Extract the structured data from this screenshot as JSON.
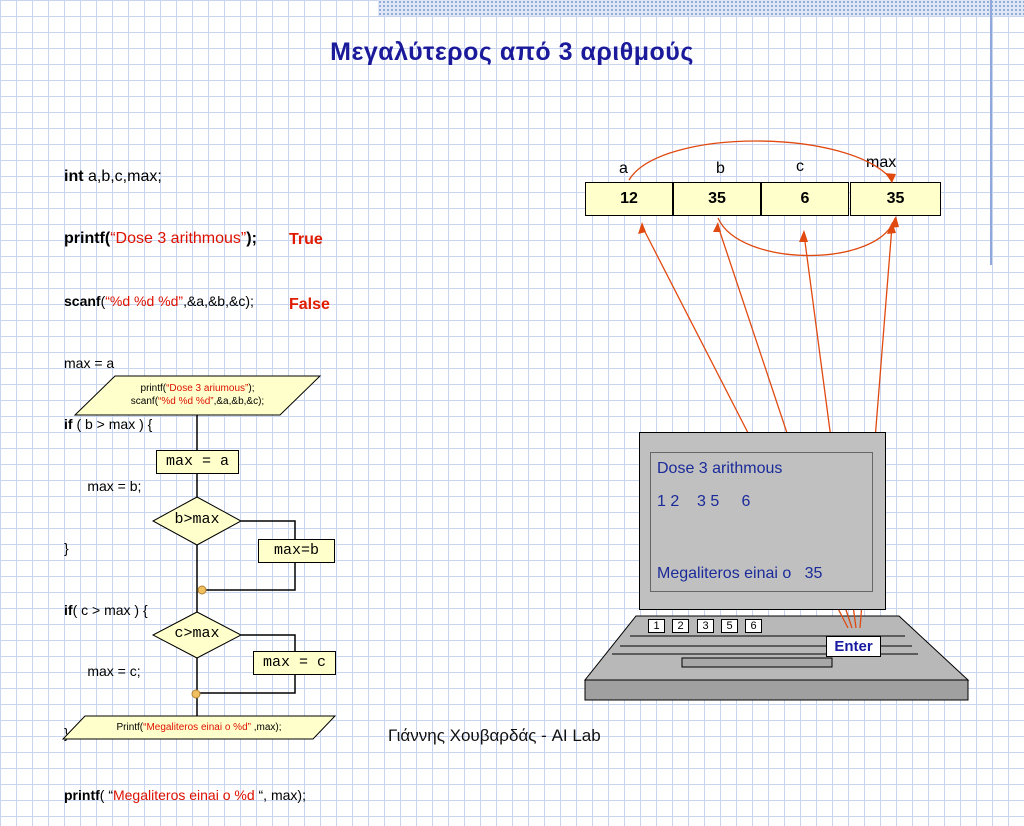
{
  "title": "Μεγαλύτερος από 3 αριθμούς",
  "code": {
    "l1_kw": "int",
    "l1_rest": " a,b,c,max;",
    "l2_kw": "printf",
    "l2_open": "(",
    "l2_str": "“Dose 3 arithmous”",
    "l2_close": ");",
    "l3_kw": "scanf",
    "l3_open": "(",
    "l3_str": "“%d %d %d”",
    "l3_rest": ",&a,&b,&c);",
    "l4": "max = a",
    "l5_kw": "if",
    "l5_rest": " ( b > max ) {",
    "l6": "      max = b;",
    "l7": "}",
    "l8_kw": "if",
    "l8_rest": "( c > max ) {",
    "l9": "      max = c;",
    "l10": "}",
    "l11_kw": "printf",
    "l11_open": "( “",
    "l11_str": "Megaliteros einai o %d ",
    "l11_close": "“, max);"
  },
  "annotations": {
    "true_label": "True",
    "false_label": "False"
  },
  "variables": {
    "labels": [
      "a",
      "b",
      "c",
      "max"
    ],
    "values": [
      "12",
      "35",
      "6",
      "35"
    ]
  },
  "screen": {
    "line1": "Dose 3 arithmous",
    "line2": "1 2    3 5     6",
    "line3": "Megaliteros einai o   35"
  },
  "keyboard": {
    "keys": [
      "1",
      "2",
      "3",
      "5",
      "6"
    ],
    "enter": "Enter"
  },
  "flowchart": {
    "input_line1_pre": "printf(",
    "input_line1_str": "“Dose 3 ariumous”",
    "input_line1_post": ");",
    "input_line2_pre": "scanf(",
    "input_line2_str": "“%d %d %d”",
    "input_line2_post": ",&a,&b,&c);",
    "assign1": "max = a",
    "cond1": "b>max",
    "assign2": "max=b",
    "cond2": "c>max",
    "assign3": "max = c",
    "output_pre": "Printf(",
    "output_str": "“Megaliteros einai o %d”",
    "output_post": " ,max);"
  },
  "footer": "Γιάννης Χουβαρδάς -  AI Lab",
  "colors": {
    "title": "#1a1a9a",
    "accent_red": "#e01b00",
    "arrow": "#e04a10",
    "cell_fill": "#ffffcc",
    "screen_text": "#1a2a99"
  }
}
